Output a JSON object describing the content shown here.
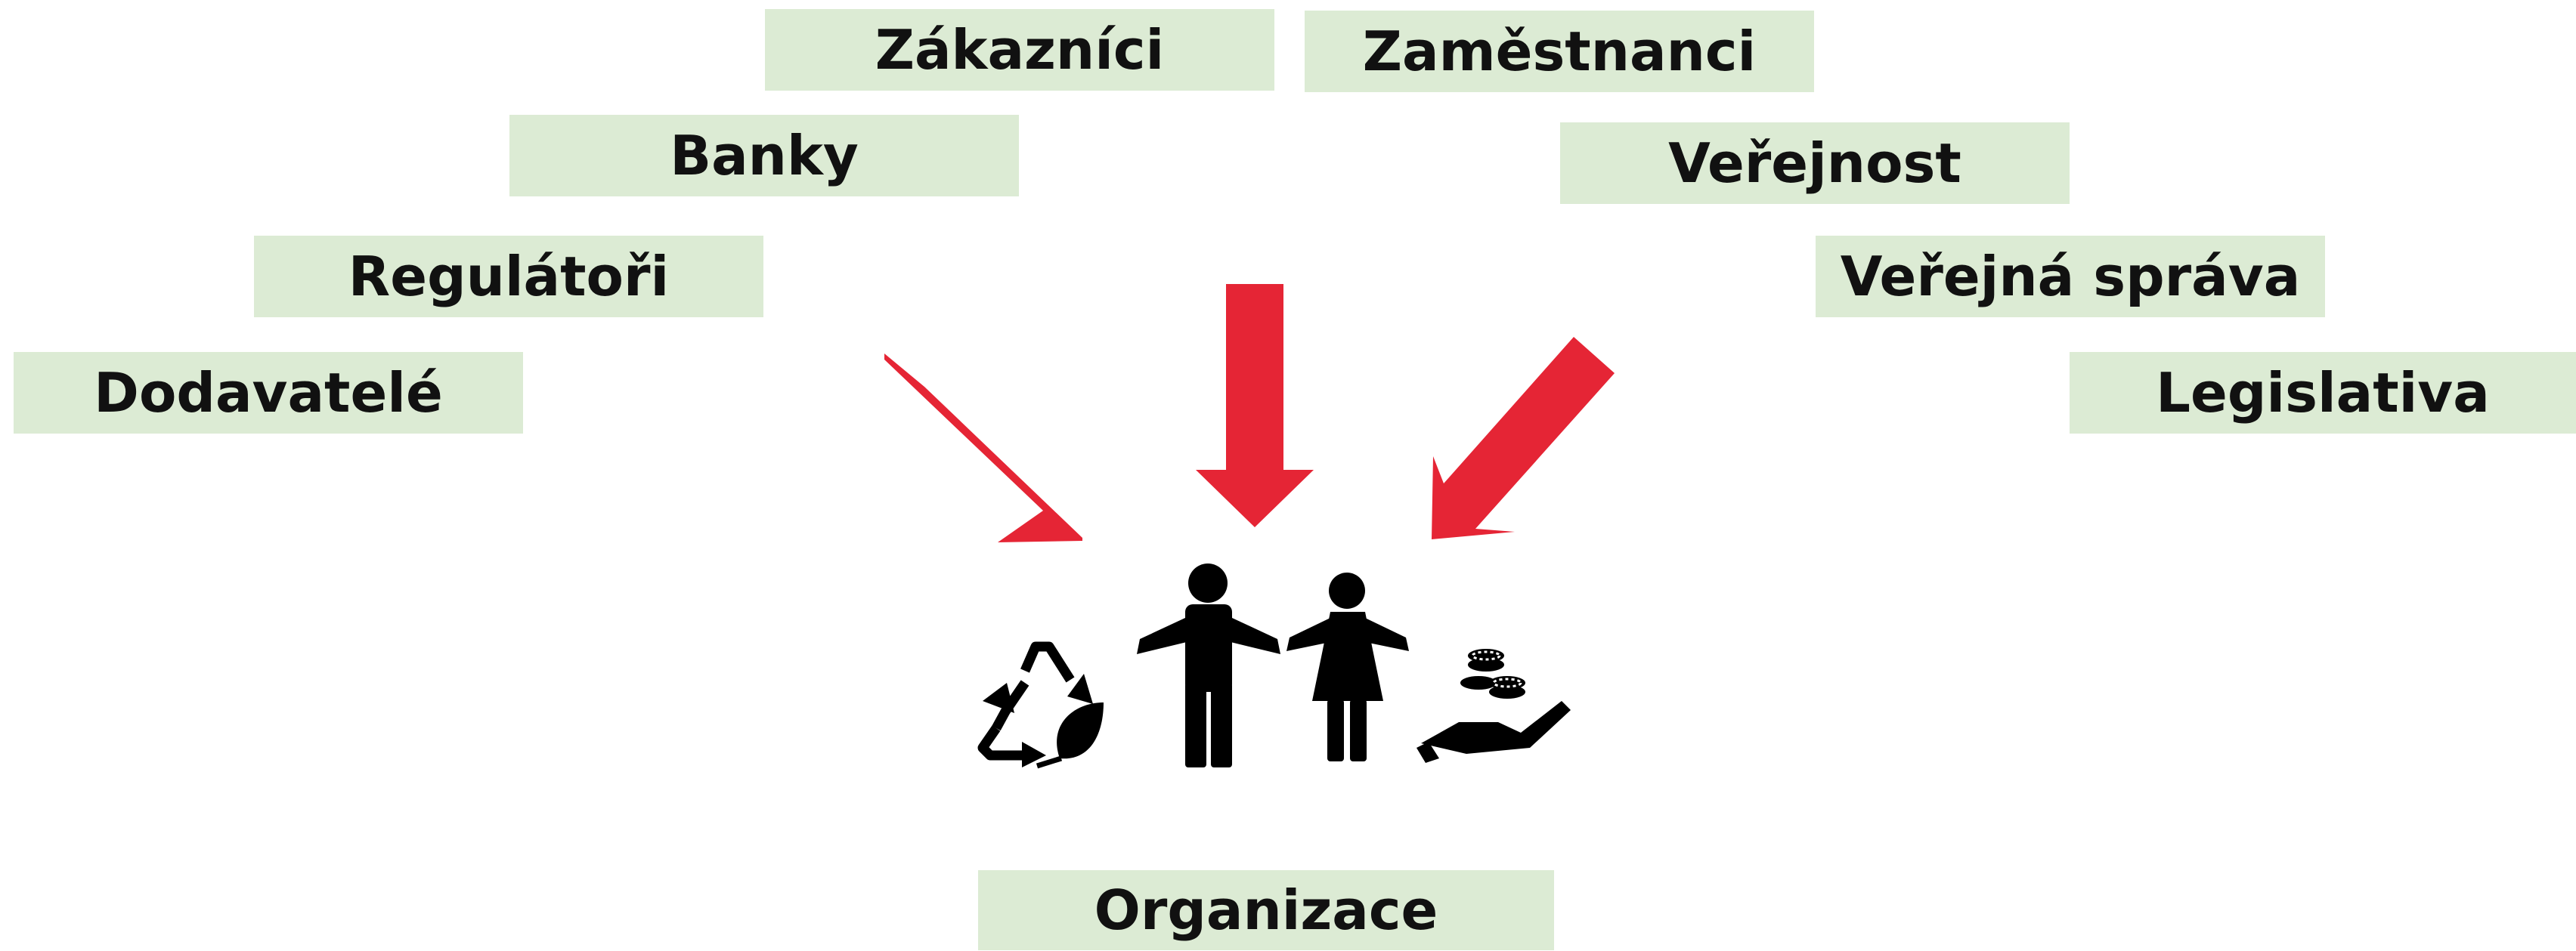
{
  "stakeholders": [
    {
      "label": "Zákazníci"
    },
    {
      "label": "Zaměstnanci"
    },
    {
      "label": "Banky"
    },
    {
      "label": "Veřejnost"
    },
    {
      "label": "Regulátoři"
    },
    {
      "label": "Veřejná správa"
    },
    {
      "label": "Dodavatelé"
    },
    {
      "label": "Legislativa"
    }
  ],
  "organization": {
    "label": "Organizace"
  },
  "colors": {
    "box_fill": "#dcebd4",
    "arrow": "#e52535",
    "icon": "#000000",
    "text": "#111111"
  },
  "icons": [
    "recycle-leaf-icon",
    "man-icon",
    "woman-icon",
    "hand-coins-icon"
  ]
}
